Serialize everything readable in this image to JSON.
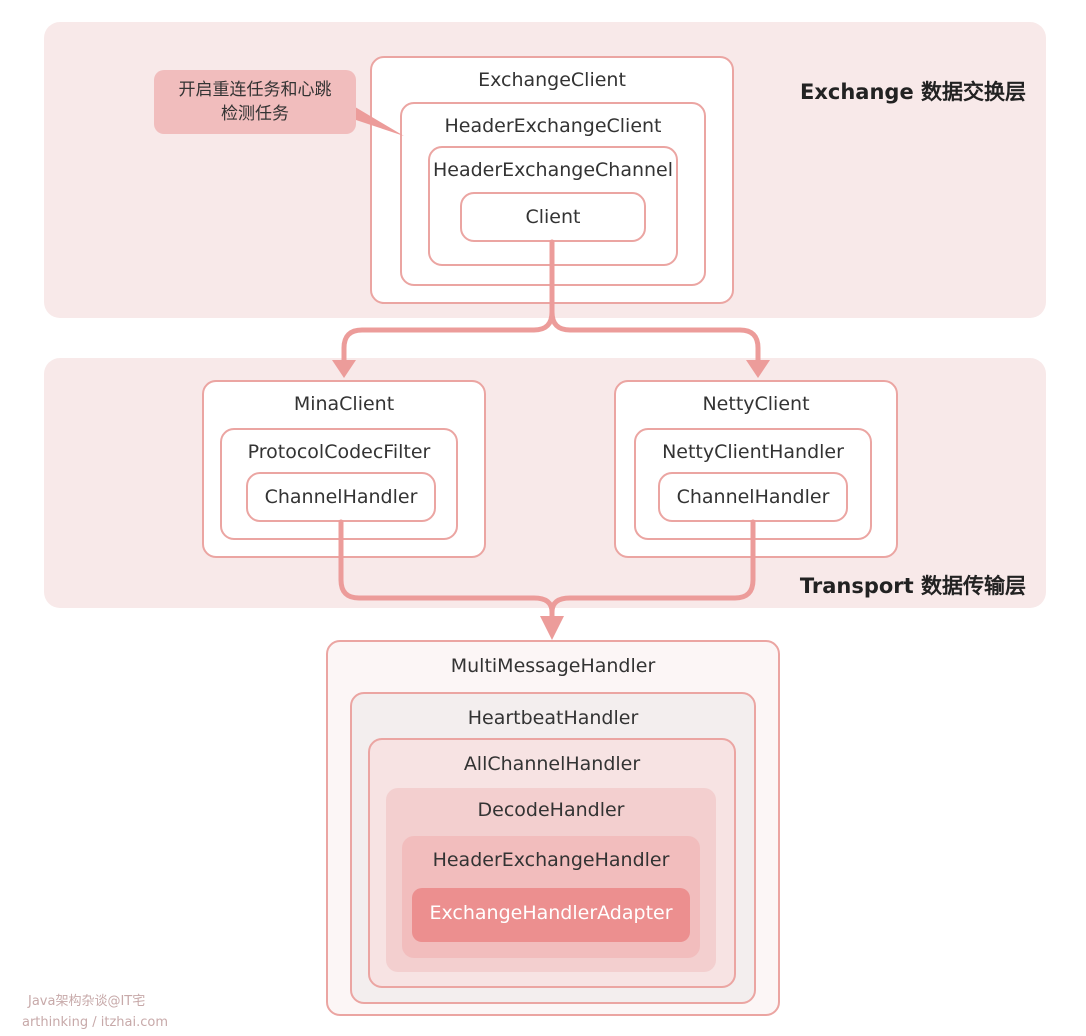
{
  "exchange_layer": {
    "title": "Exchange 数据交换层",
    "exchange_client": "ExchangeClient",
    "header_exchange_client": "HeaderExchangeClient",
    "header_exchange_channel": "HeaderExchangeChannel",
    "client": "Client",
    "callout_line1": "开启重连任务和心跳",
    "callout_line2": "检测任务"
  },
  "transport_layer": {
    "title": "Transport 数据传输层",
    "mina": {
      "client": "MinaClient",
      "filter": "ProtocolCodecFilter",
      "handler": "ChannelHandler"
    },
    "netty": {
      "client": "NettyClient",
      "client_handler": "NettyClientHandler",
      "handler": "ChannelHandler"
    }
  },
  "handler_chain": {
    "multi_message_handler": "MultiMessageHandler",
    "heartbeat_handler": "HeartbeatHandler",
    "all_channel_handler": "AllChannelHandler",
    "decode_handler": "DecodeHandler",
    "header_exchange_handler": "HeaderExchangeHandler",
    "exchange_handler_adapter": "ExchangeHandlerAdapter"
  },
  "watermark": {
    "line1": "Java架构杂谈@IT宅",
    "line2": "arthinking / itzhai.com"
  },
  "colors": {
    "layer_bg": "#f8e9e9",
    "border": "#eba5a2",
    "arrow": "#ec9c9a",
    "callout_bg": "#f1bdbd",
    "adapter_bg": "#ec8f8f"
  }
}
